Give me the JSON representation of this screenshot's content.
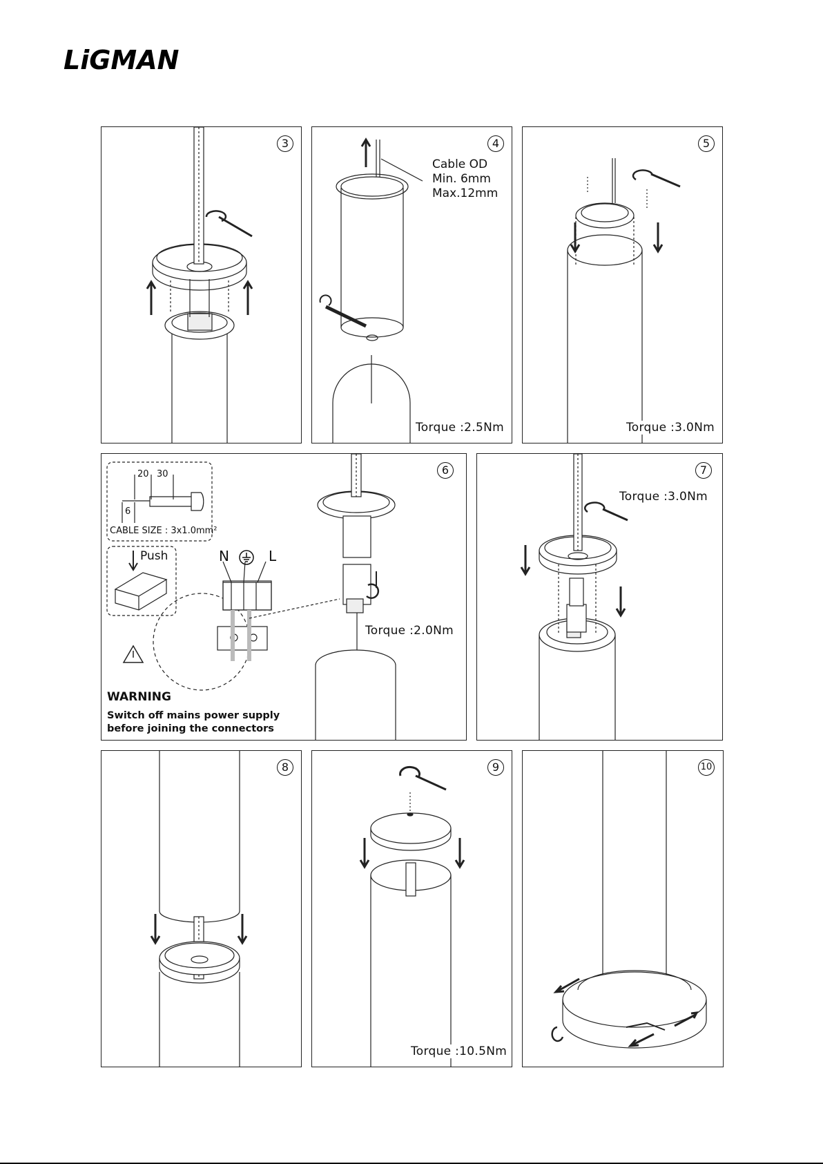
{
  "brand": {
    "logo_text": "LiGMAN"
  },
  "panels": {
    "p3": {
      "step": "3"
    },
    "p4": {
      "step": "4",
      "cable_od": "Cable OD",
      "cable_min": "Min. 6mm",
      "cable_max": "Max.12mm",
      "torque": "Torque :2.5Nm"
    },
    "p5": {
      "step": "5",
      "torque": "Torque :3.0Nm"
    },
    "p6": {
      "step": "6",
      "strip_dims": [
        "20",
        "30",
        "6"
      ],
      "cable_size": "CABLE SIZE : 3x1.0mm²",
      "push_label": "Push",
      "terminals": [
        "N",
        "L"
      ],
      "earth_icon": "earth-ground-icon",
      "torque": "Torque :2.0Nm",
      "warning_title": "WARNING",
      "warning_line1": "Switch off mains power supply",
      "warning_line2": "before joining the connectors"
    },
    "p7": {
      "step": "7",
      "torque": "Torque :3.0Nm"
    },
    "p8": {
      "step": "8"
    },
    "p9": {
      "step": "9",
      "torque": "Torque :10.5Nm"
    },
    "p10": {
      "step": "10"
    }
  }
}
